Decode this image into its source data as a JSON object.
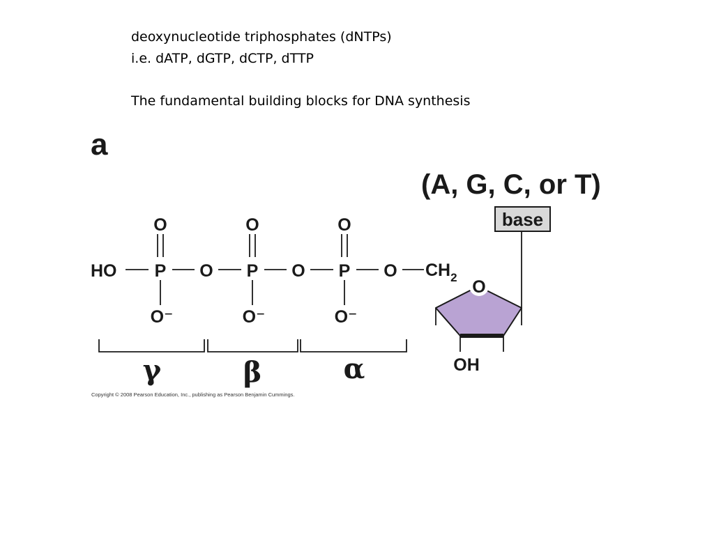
{
  "text": {
    "line1": "deoxynucleotide triphosphates (dNTPs)",
    "line2": "i.e. dATP, dGTP, dCTP, dTTP",
    "line3": "The fundamental building blocks for DNA synthesis"
  },
  "figure": {
    "panel_label": "a",
    "base_options": "(A, G, C, or T)",
    "base_label": "base",
    "atoms": {
      "ho": "HO",
      "p": "P",
      "o": "O",
      "o_minus": "O⁻",
      "ch2_main": "CH",
      "ch2_sub": "2",
      "ring_o": "O",
      "oh": "OH"
    },
    "phosphate_labels": {
      "gamma": "γ",
      "beta": "β",
      "alpha": "α"
    },
    "copyright": "Copyright © 2008 Pearson Education, Inc., publishing as Pearson Benjamin Cummings.",
    "colors": {
      "sugar_fill": "#b9a3d3",
      "base_box_fill": "#d9d9d9"
    }
  }
}
